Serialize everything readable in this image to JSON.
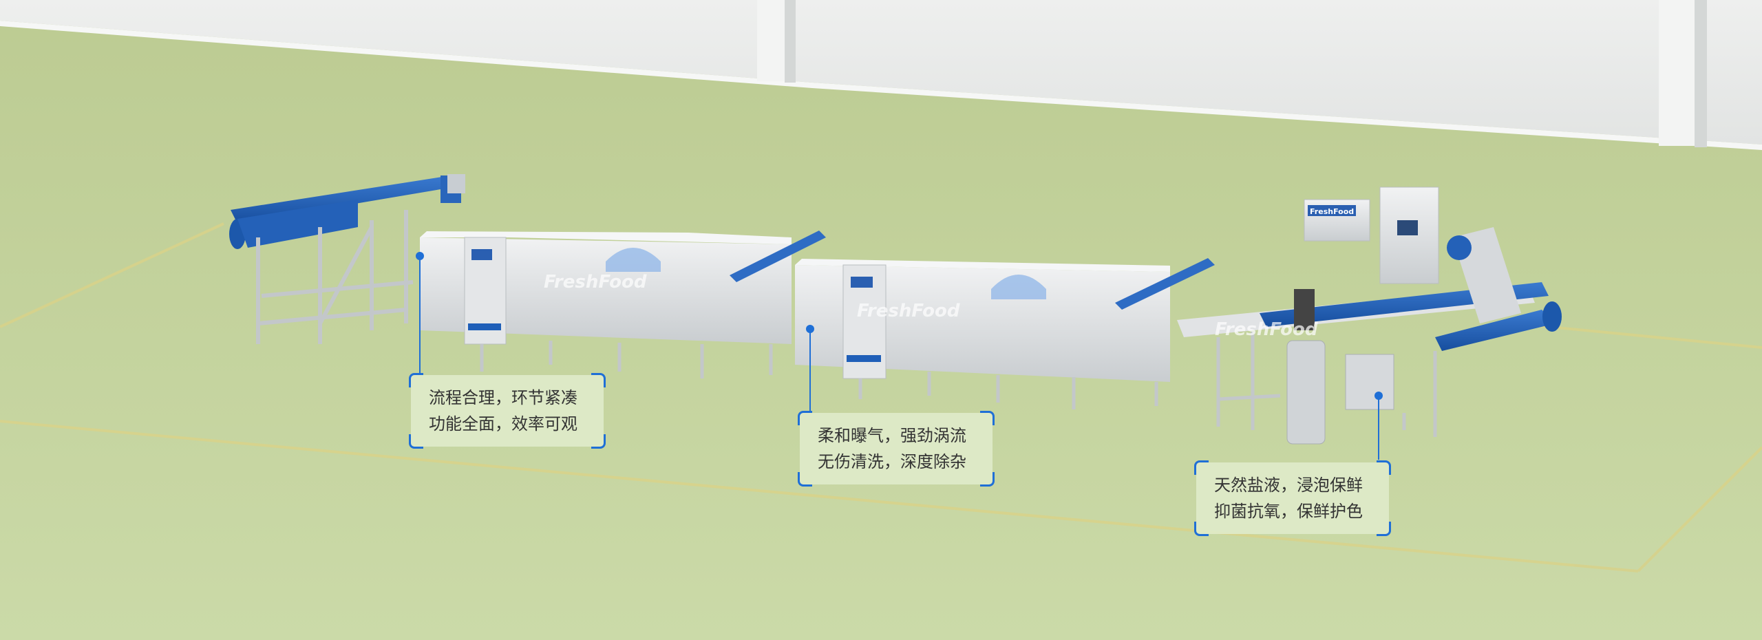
{
  "brand": {
    "watermark": "FreshFood",
    "plate_logo": "FreshFood"
  },
  "colors": {
    "floor": "#c4d49c",
    "wall": "#e9ebea",
    "steel": "#d9dcde",
    "belt_blue": "#1f5fb8",
    "accent_blue": "#1f6fd6"
  },
  "callouts": [
    {
      "lines": [
        "流程合理，环节紧凑",
        "功能全面，效率可观"
      ]
    },
    {
      "lines": [
        "柔和曝气，强劲涡流",
        "无伤清洗，深度除杂"
      ]
    },
    {
      "lines": [
        "天然盐液，浸泡保鲜",
        "抑菌抗氧，保鲜护色"
      ]
    }
  ]
}
